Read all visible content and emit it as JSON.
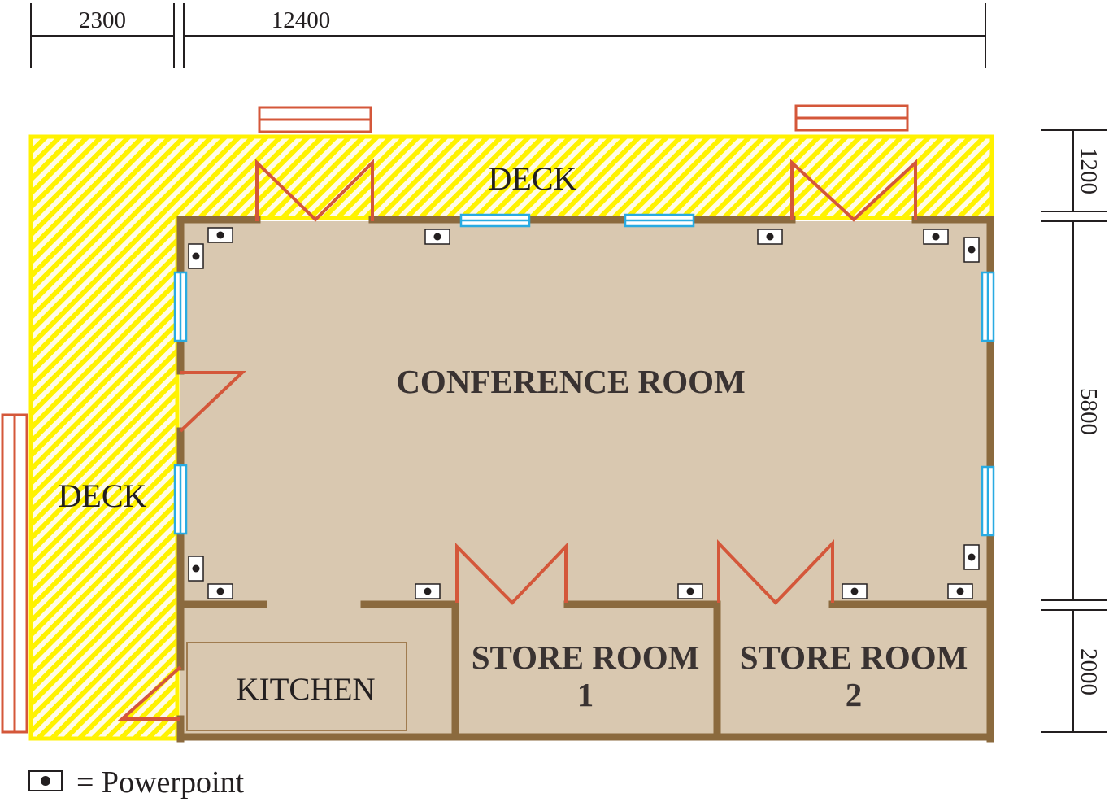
{
  "dimensions": {
    "top": [
      "2300",
      "12400"
    ],
    "right": [
      "1200",
      "5800",
      "2000"
    ]
  },
  "labels": {
    "deck_top": "DECK",
    "deck_left": "DECK",
    "conference_room": "CONFERENCE ROOM",
    "store_room_1": "STORE ROOM",
    "store_room_1_number": "1",
    "store_room_2": "STORE ROOM",
    "store_room_2_number": "2",
    "kitchen": "KITCHEN"
  },
  "legend": {
    "text": "= Powerpoint",
    "icon": "powerpoint-icon"
  },
  "colors": {
    "deck_yellow": "#fff200",
    "floor": "#d9c8b0",
    "wall": "#8b6a3e",
    "door": "#d4573a",
    "window": "#29abe2",
    "line": "#231f20"
  }
}
